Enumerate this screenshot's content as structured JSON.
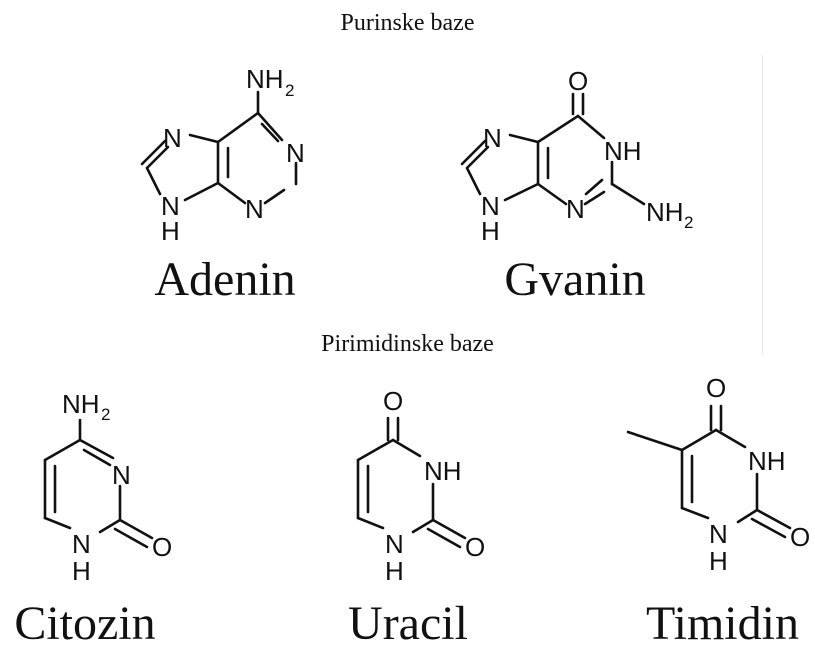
{
  "headings": {
    "purine": "Purinske baze",
    "pyrimidine": "Pirimidinske baze"
  },
  "molecules": {
    "adenine": {
      "name": "Adenin",
      "atoms": {
        "n_amino": "NH",
        "n_amino_sub": "2",
        "n7": "N",
        "n1": "N",
        "n3": "N",
        "n9": "N",
        "n9_h": "H"
      }
    },
    "guanine": {
      "name": "Gvanin",
      "atoms": {
        "o6": "O",
        "n7": "N",
        "n1": "NH",
        "n3": "N",
        "n9": "N",
        "n9_h": "H",
        "n_amino": "NH",
        "n_amino_sub": "2"
      }
    },
    "cytosine": {
      "name": "Citozin",
      "atoms": {
        "n_amino": "NH",
        "n_amino_sub": "2",
        "n3": "N",
        "o2": "O",
        "n1": "N",
        "n1_h": "H"
      }
    },
    "uracil": {
      "name": "Uracil",
      "atoms": {
        "o4": "O",
        "n3": "NH",
        "o2": "O",
        "n1": "N",
        "n1_h": "H"
      }
    },
    "thymine": {
      "name": "Timidin",
      "atoms": {
        "o4": "O",
        "n3": "NH",
        "o2": "O",
        "n1": "N",
        "n1_h": "H"
      }
    }
  }
}
